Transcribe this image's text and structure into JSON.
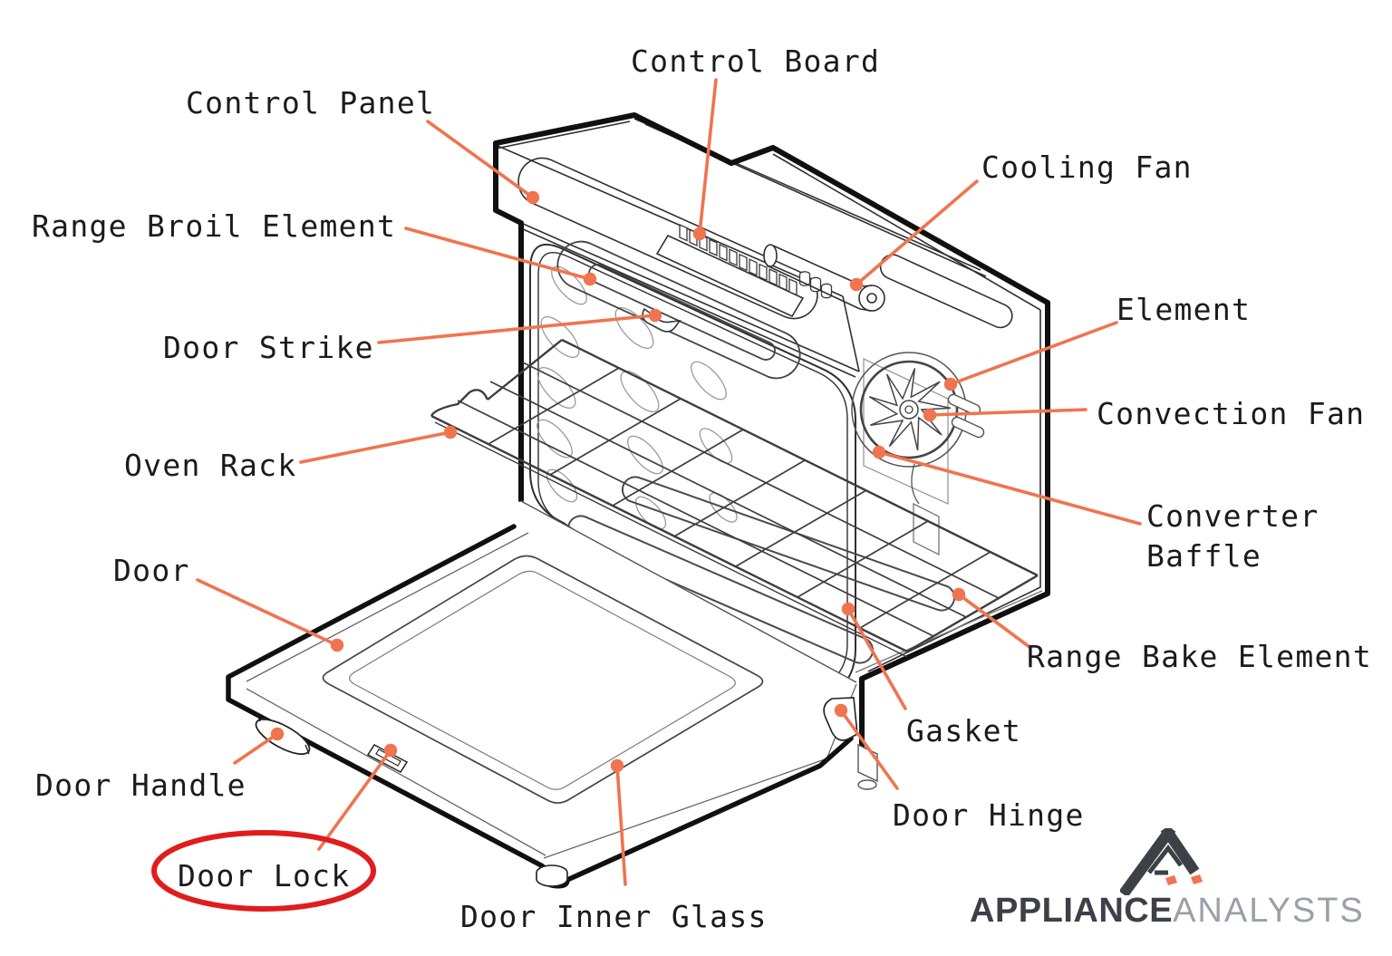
{
  "diagram_type": "oven parts diagram",
  "labels": {
    "control_board": "Control Board",
    "control_panel": "Control Panel",
    "cooling_fan": "Cooling Fan",
    "range_broil_element": "Range Broil Element",
    "door_strike": "Door Strike",
    "element": "Element",
    "convection_fan": "Convection Fan",
    "oven_rack": "Oven Rack",
    "converter_baffle_line1": "Converter",
    "converter_baffle_line2": "Baffle",
    "door": "Door",
    "range_bake_element": "Range Bake Element",
    "gasket": "Gasket",
    "door_hinge": "Door Hinge",
    "door_handle": "Door Handle",
    "door_lock": "Door Lock",
    "door_inner_glass": "Door Inner Glass"
  },
  "highlight": {
    "type": "red-ellipse",
    "around_label": "Door Lock"
  },
  "logo": {
    "brand_bold": "APPLIANCE",
    "brand_light": "ANALYSTS"
  },
  "colors": {
    "background": "#FFFFFF",
    "line_art": "#111111",
    "leader_line": "#F0744F",
    "highlight_ellipse": "#E01C1C",
    "logo_dark": "#3D4047",
    "logo_gray": "#9AA0A8",
    "logo_accent": "#F0744F",
    "label_text": "#1B1B1B"
  }
}
